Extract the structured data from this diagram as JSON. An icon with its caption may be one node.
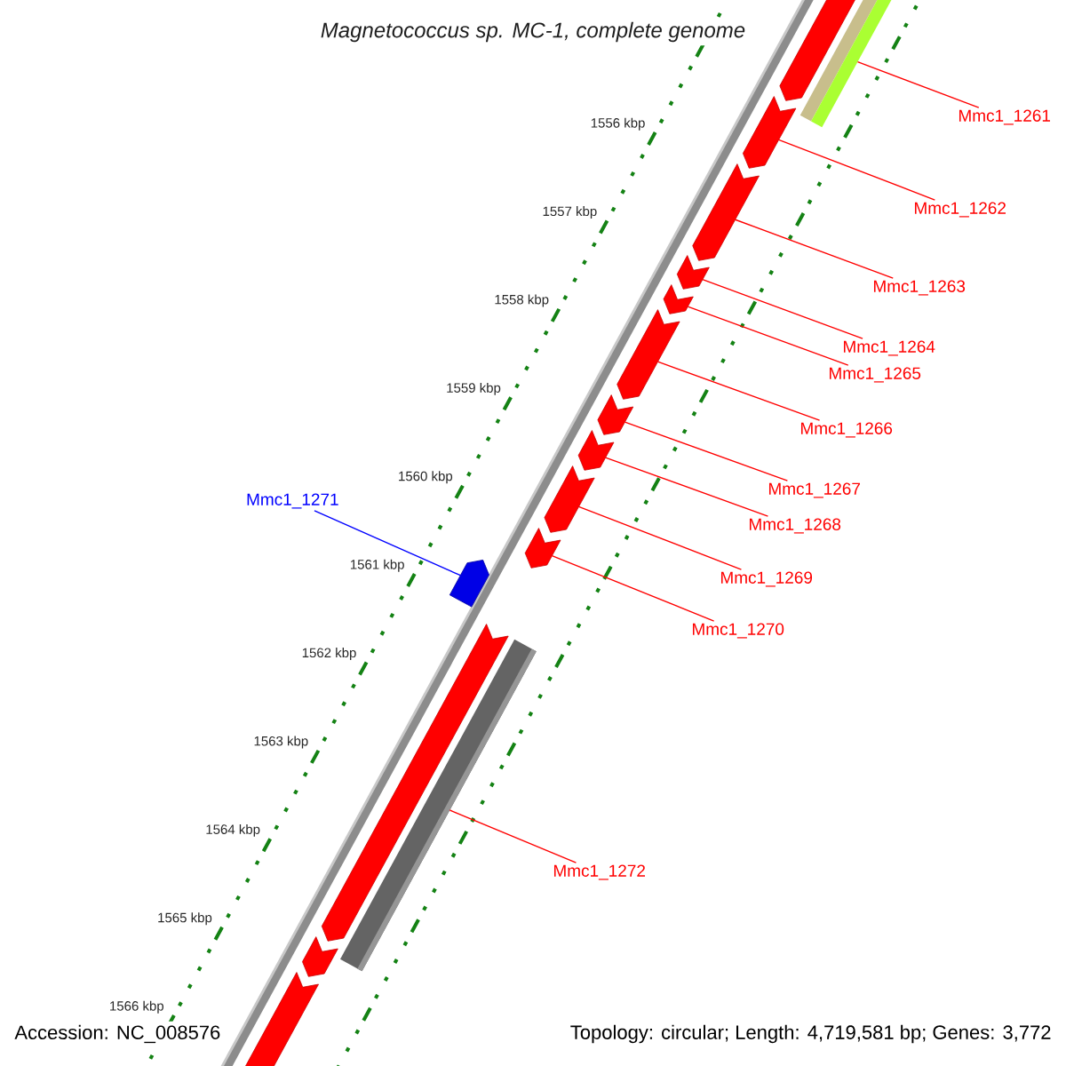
{
  "diagram": {
    "title": "Magnetococcus sp. MC-1, complete genome",
    "nodes": [
      {
        "text": [
          "Mmc1_1261"
        ]
      },
      {
        "text": [
          "Mmc1_1262"
        ]
      },
      {
        "text": [
          "Mmc1_1263"
        ]
      },
      {
        "text": [
          "Mmc1_1264"
        ]
      },
      {
        "text": [
          "Mmc1_1265"
        ]
      },
      {
        "text": [
          "Mmc1_1266"
        ]
      },
      {
        "text": [
          "Mmc1_1267"
        ]
      },
      {
        "text": [
          "Mmc1_1268"
        ]
      },
      {
        "text": [
          "Mmc1_1269"
        ]
      },
      {
        "text": [
          "Mmc1_1270"
        ]
      },
      {
        "text": [
          "Mmc1_1271"
        ]
      },
      {
        "text": [
          "Mmc1_1272"
        ]
      },
      {
        "text": [],
        "shape": "bar"
      },
      {
        "text": [],
        "shape": "pentagon"
      },
      {
        "text": [],
        "shape": "pentagon"
      },
      {
        "text": [],
        "shape": "pentagon"
      },
      {
        "text": [],
        "shape": "pentagon"
      },
      {
        "text": [],
        "shape": "pentagon"
      },
      {
        "text": [],
        "shape": "pentagon"
      },
      {
        "text": [],
        "shape": "pentagon"
      },
      {
        "text": [],
        "shape": "pentagon"
      },
      {
        "text": [],
        "shape": "pentagon"
      },
      {
        "text": [],
        "shape": "pentagon"
      },
      {
        "text": [],
        "shape": "pentagon"
      },
      {
        "text": [],
        "shape": "pentagon"
      },
      {
        "text": [],
        "shape": "bar"
      },
      {
        "text": [],
        "shape": "pentagon"
      },
      {
        "text": [],
        "shape": "pentagon"
      }
    ],
    "edges": [
      {
        "from": 0,
        "to": 12,
        "arrow": "none"
      },
      {
        "from": 1,
        "to": 14,
        "arrow": "none"
      },
      {
        "from": 2,
        "to": 15,
        "arrow": "none"
      },
      {
        "from": 3,
        "to": 16,
        "arrow": "none"
      },
      {
        "from": 4,
        "to": 17,
        "arrow": "none"
      },
      {
        "from": 5,
        "to": 18,
        "arrow": "none"
      },
      {
        "from": 6,
        "to": 19,
        "arrow": "none"
      },
      {
        "from": 7,
        "to": 20,
        "arrow": "none"
      },
      {
        "from": 8,
        "to": 21,
        "arrow": "none"
      },
      {
        "from": 9,
        "to": 22,
        "arrow": "none"
      },
      {
        "from": 10,
        "to": 23,
        "arrow": "none",
        "color": "#0000ff"
      },
      {
        "from": 11,
        "to": 25,
        "arrow": "none"
      }
    ],
    "labels": [
      "1556 kbp",
      "1557 kbp",
      "1558 kbp",
      "1559 kbp",
      "1560 kbp",
      "1561 kbp",
      "1562 kbp",
      "1563 kbp",
      "1564 kbp",
      "1565 kbp",
      "1566 kbp",
      "Accession: NC_008576",
      "Topology: circular; Length: 4,719,581 bp; Genes: 3,772"
    ]
  }
}
